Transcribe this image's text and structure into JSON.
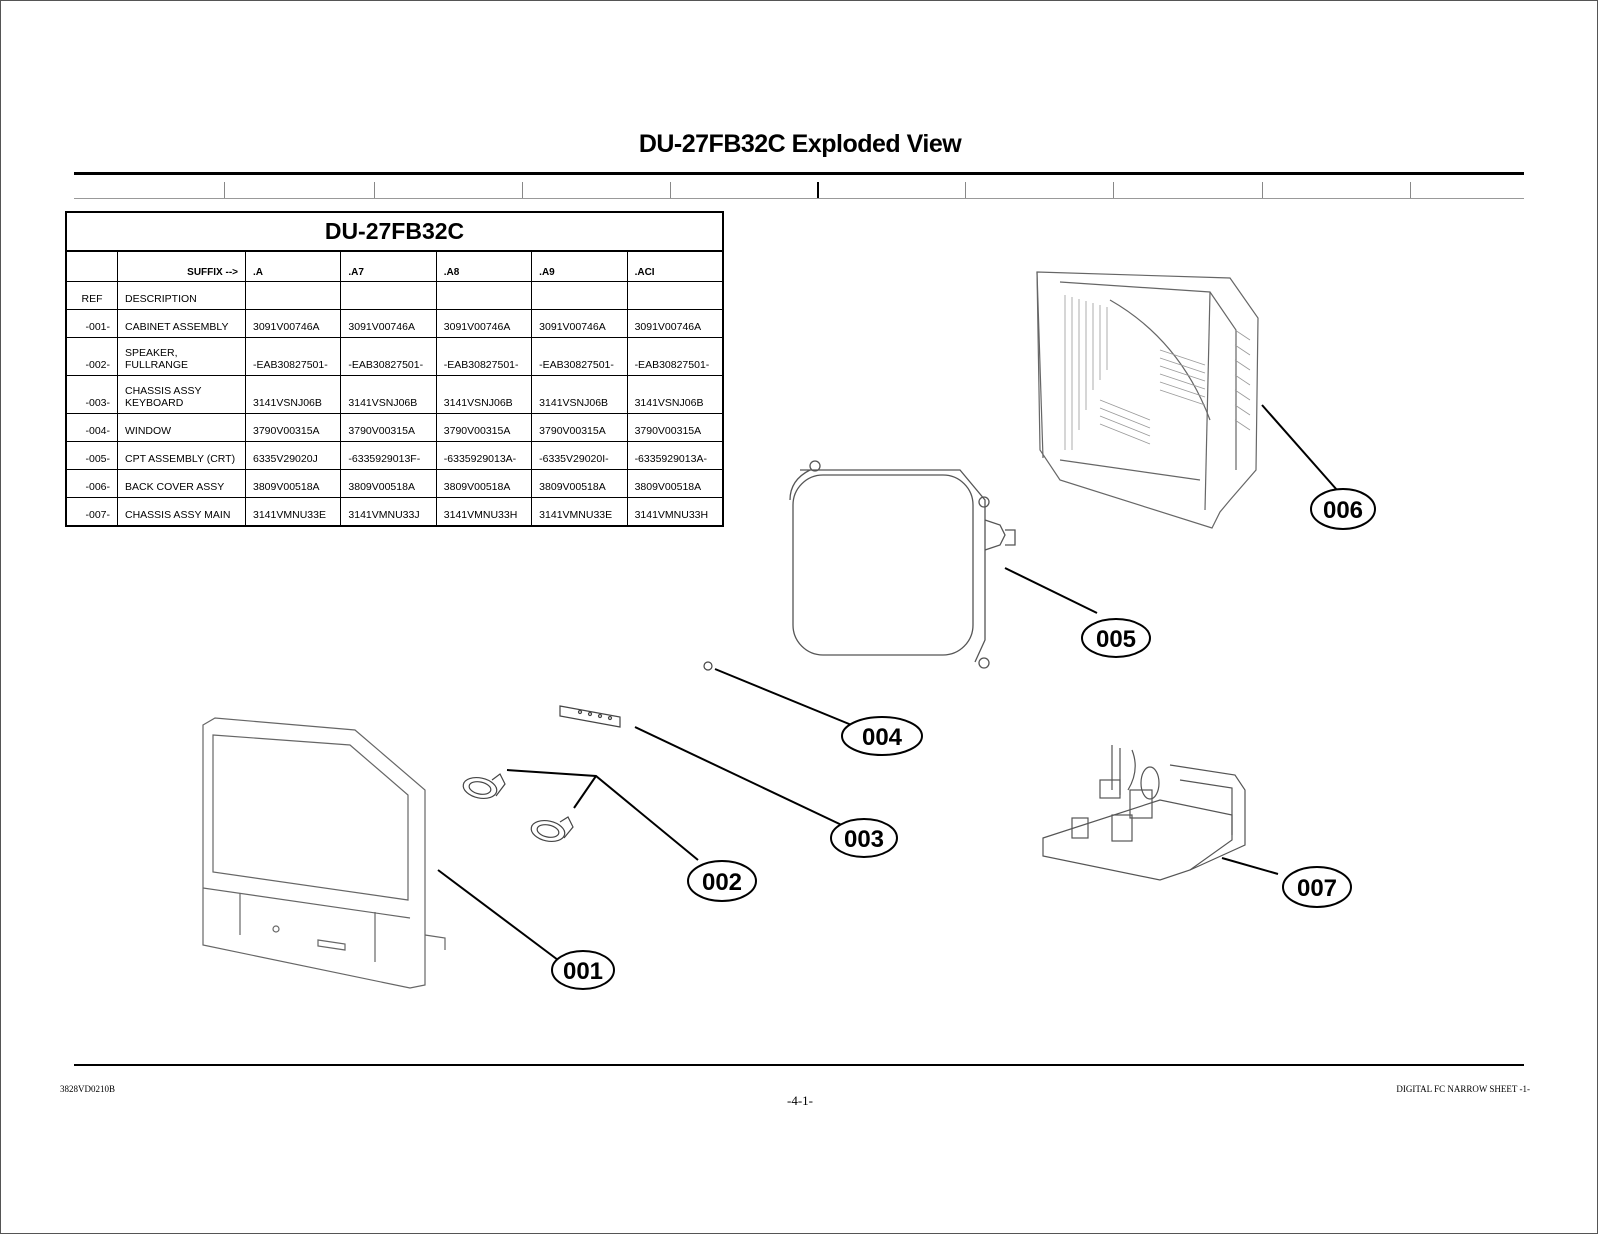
{
  "page": {
    "title": "DU-27FB32C  Exploded View"
  },
  "parts_table": {
    "model": "DU-27FB32C",
    "suffix_label": "SUFFIX  -->",
    "suffixes": [
      ".A",
      ".A7",
      ".A8",
      ".A9",
      ".ACI"
    ],
    "ref_header": "REF",
    "description_header": "DESCRIPTION",
    "rows": [
      {
        "ref": "-001-",
        "description": "CABINET ASSEMBLY",
        "parts": [
          "3091V00746A",
          "3091V00746A",
          "3091V00746A",
          "3091V00746A",
          "3091V00746A"
        ]
      },
      {
        "ref": "-002-",
        "description": "SPEAKER,\nFULLRANGE",
        "parts": [
          "-EAB30827501-",
          "-EAB30827501-",
          "-EAB30827501-",
          "-EAB30827501-",
          "-EAB30827501-"
        ]
      },
      {
        "ref": "-003-",
        "description": "CHASSIS ASSY\nKEYBOARD",
        "parts": [
          "3141VSNJ06B",
          "3141VSNJ06B",
          "3141VSNJ06B",
          "3141VSNJ06B",
          "3141VSNJ06B"
        ]
      },
      {
        "ref": "-004-",
        "description": "WINDOW",
        "parts": [
          "3790V00315A",
          "3790V00315A",
          "3790V00315A",
          "3790V00315A",
          "3790V00315A"
        ]
      },
      {
        "ref": "-005-",
        "description": "CPT ASSEMBLY (CRT)",
        "parts": [
          "6335V29020J",
          "-6335929013F-",
          "-6335929013A-",
          "-6335V29020I-",
          "-6335929013A-"
        ]
      },
      {
        "ref": "-006-",
        "description": "BACK COVER ASSY",
        "parts": [
          "3809V00518A",
          "3809V00518A",
          "3809V00518A",
          "3809V00518A",
          "3809V00518A"
        ]
      },
      {
        "ref": "-007-",
        "description": "CHASSIS ASSY MAIN",
        "parts": [
          "3141VMNU33E",
          "3141VMNU33J",
          "3141VMNU33H",
          "3141VMNU33E",
          "3141VMNU33H"
        ]
      }
    ]
  },
  "callouts": {
    "c001": "001",
    "c002": "002",
    "c003": "003",
    "c004": "004",
    "c005": "005",
    "c006": "006",
    "c007": "007"
  },
  "footer": {
    "left": "3828VD0210B",
    "center": "-4-1-",
    "right": "DIGITAL FC NARROW  SHEET -1-"
  }
}
